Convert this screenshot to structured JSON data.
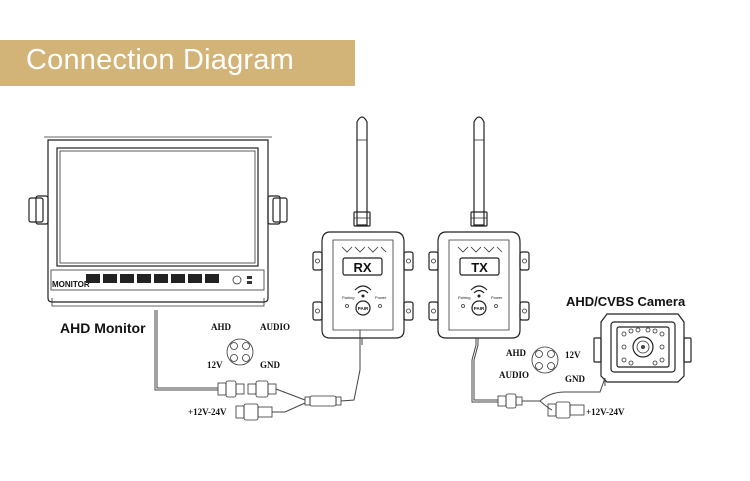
{
  "banner": {
    "title": "Connection Diagram",
    "color": "#d2b378"
  },
  "monitor": {
    "screen_label": "MONITOR",
    "caption": "AHD Monitor"
  },
  "rx": {
    "label": "RX",
    "led_left": "Pairing",
    "led_right": "Power",
    "button": "PAIR"
  },
  "tx": {
    "label": "TX",
    "led_left": "Pairing",
    "led_right": "Power",
    "button": "PAIR"
  },
  "camera": {
    "caption": "AHD/CVBS Camera"
  },
  "connector_left": {
    "ahd": "AHD",
    "audio": "AUDIO",
    "v12": "12V",
    "gnd": "GND",
    "power": "+12V-24V"
  },
  "connector_right": {
    "ahd": "AHD",
    "audio": "AUDIO",
    "v12": "12V",
    "gnd": "GND",
    "power": "+12V-24V"
  },
  "icons": [
    "wifi-icon",
    "antenna-icon",
    "power-button-icon"
  ]
}
